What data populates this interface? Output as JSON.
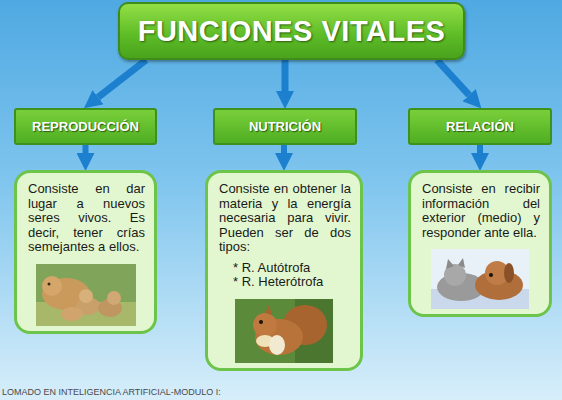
{
  "diagram": {
    "nodes": [
      {
        "text": [
          "FUNCIONES VITALES"
        ]
      },
      {
        "text": [
          "REPRODUCCIÓN"
        ]
      },
      {
        "text": [
          "NUTRICIÓN"
        ]
      },
      {
        "text": [
          "RELACIÓN"
        ]
      },
      {
        "text": [
          "Consiste en dar lugar a nuevos seres vivos. Es decir, tener crías semejantes a ellos."
        ]
      },
      {
        "text": [
          "Consiste en obtener la materia y la energía necesaria para vivir. Pueden ser de dos tipos:",
          "* R. Autótrofa",
          "* R. Heterótrofa"
        ]
      },
      {
        "text": [
          "Consiste en recibir información del exterior (medio) y responder ante ella."
        ]
      }
    ],
    "edges": [
      {
        "from": 0,
        "to": 1,
        "arrow": "to"
      },
      {
        "from": 0,
        "to": 2,
        "arrow": "to"
      },
      {
        "from": 0,
        "to": 3,
        "arrow": "to"
      },
      {
        "from": 1,
        "to": 4,
        "arrow": "to"
      },
      {
        "from": 2,
        "to": 5,
        "arrow": "to"
      },
      {
        "from": 3,
        "to": 6,
        "arrow": "to"
      }
    ],
    "labels": [
      "LOMADO EN INTELIGENCIA ARTIFICIAL-MODULO I:"
    ]
  }
}
